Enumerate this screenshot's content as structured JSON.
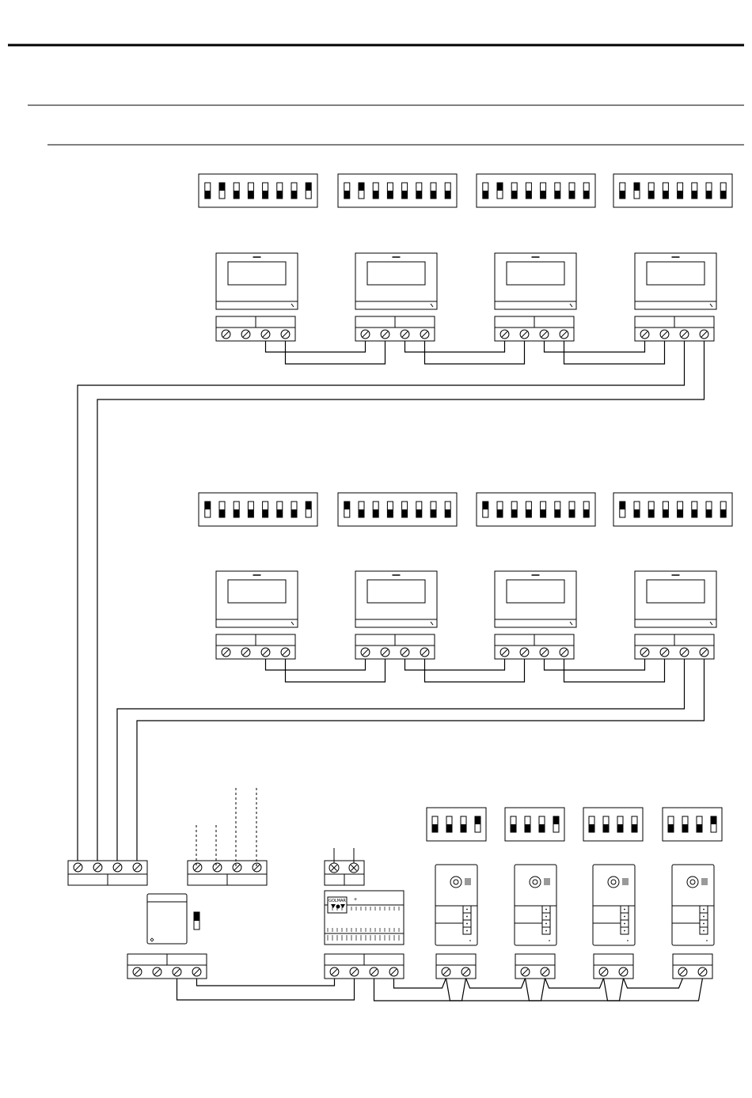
{
  "diagram": {
    "type": "intercom wiring diagram",
    "colors": {
      "line": "#000000",
      "background": "#ffffff"
    },
    "monitor_rows": [
      {
        "dip_switches": [
          [
            0,
            1,
            0,
            0,
            0,
            0,
            0,
            1
          ],
          [
            0,
            1,
            0,
            0,
            0,
            0,
            0,
            0
          ],
          [
            0,
            1,
            0,
            0,
            0,
            0,
            0,
            0
          ],
          [
            0,
            1,
            0,
            0,
            0,
            0,
            0,
            0
          ]
        ]
      },
      {
        "dip_switches": [
          [
            1,
            0,
            0,
            0,
            0,
            0,
            0,
            1
          ],
          [
            1,
            0,
            0,
            0,
            0,
            0,
            0,
            0
          ],
          [
            1,
            0,
            0,
            0,
            0,
            0,
            0,
            0
          ],
          [
            1,
            0,
            0,
            0,
            0,
            0,
            0,
            0
          ]
        ]
      }
    ],
    "door_panel_dip_switches": [
      [
        0,
        0,
        0,
        1
      ],
      [
        0,
        0,
        0,
        1
      ],
      [
        0,
        0,
        0,
        0
      ],
      [
        0,
        0,
        0,
        1
      ]
    ],
    "power_supply_logo": "GOLMAR",
    "icons": [
      "terminal-screw-icon",
      "terminal-cross-icon",
      "monitor-icon",
      "door-panel-icon",
      "power-supply-icon",
      "distributor-icon"
    ]
  }
}
